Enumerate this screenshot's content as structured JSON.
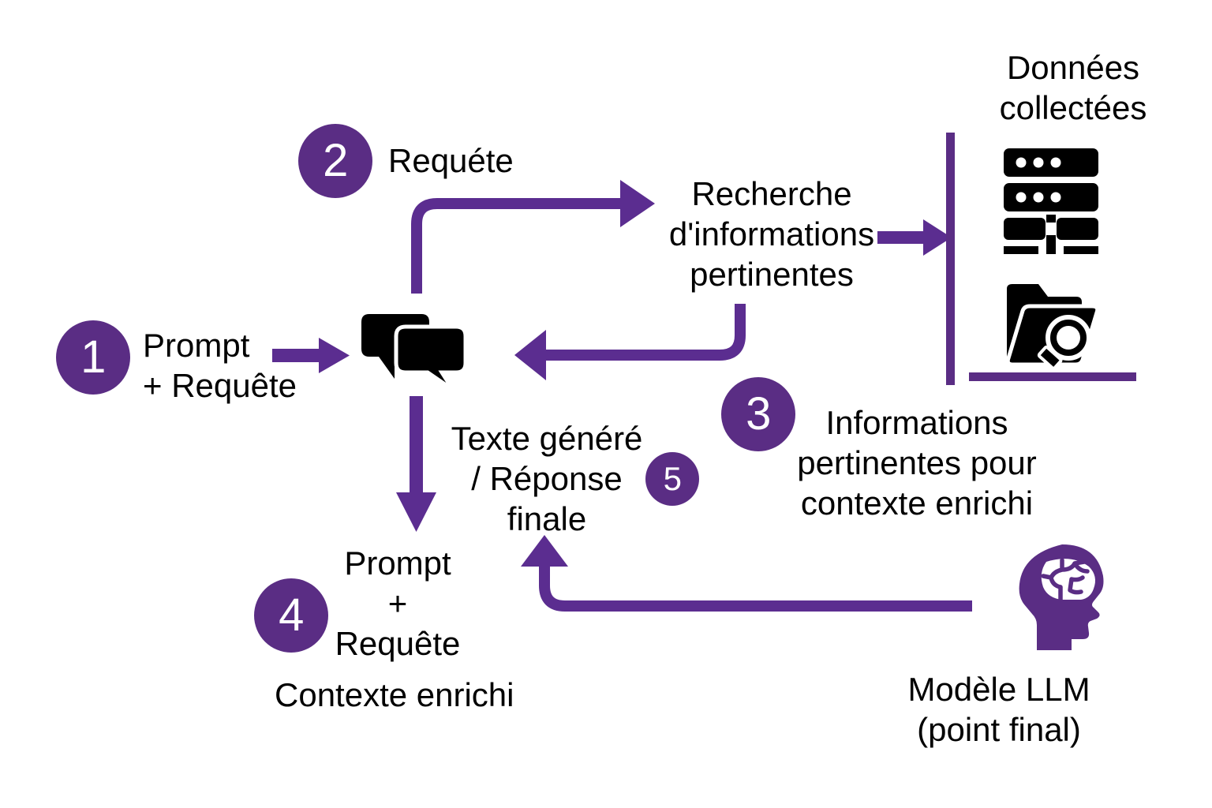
{
  "diagram": {
    "title": "RAG pipeline (French)",
    "accent_purple": "#5A2D84",
    "arrow_purple": "#5B2D90",
    "icon_black": "#000000",
    "background": "#FFFFFF"
  },
  "steps": [
    {
      "number": "1",
      "label": "Prompt\n+ Requête"
    },
    {
      "number": "2",
      "label": "Requéte"
    },
    {
      "number": "3",
      "label": "Informations\npertinentes pour\ncontexte enrichi"
    },
    {
      "number": "4",
      "label": "Prompt\n+\nRequête"
    },
    {
      "number": "5",
      "label": "Texte  généré\n/ Réponse\nfinale"
    }
  ],
  "labels": {
    "search_info": "Recherche\nd'informations\npertinentes",
    "collected_data": "Données\ncollectées",
    "enriched_context": "Contexte enrichi",
    "llm_model": "Modèle LLM\n(point final)"
  },
  "icons": {
    "chat": "chat-bubbles-icon",
    "database": "database-server-icon",
    "folder_search": "folder-search-icon",
    "brain_head": "brain-head-icon"
  }
}
